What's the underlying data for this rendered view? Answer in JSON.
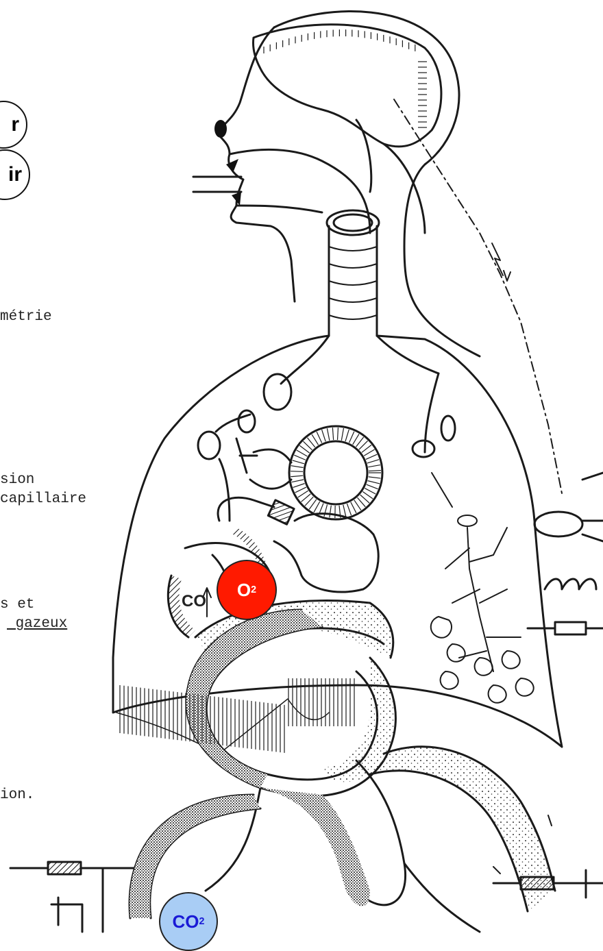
{
  "side_bubbles": [
    "r",
    "ir"
  ],
  "labels": {
    "metrie": "métrie",
    "sion": "sion",
    "capillaire": "capillaire",
    "s_et": "s et",
    "gazeux": " gazeux",
    "ion": "ion.",
    "co_partial": "CO"
  },
  "badges": {
    "o2": {
      "main": "O",
      "sub": "2",
      "color": "#ff1a00",
      "text_color": "#ffffff"
    },
    "co2": {
      "main": "CO",
      "sub": "2",
      "color": "#a9cdf5",
      "text_color": "#1a1ad6"
    }
  },
  "colors": {
    "line": "#1a1a1a",
    "paper": "#ffffff"
  }
}
